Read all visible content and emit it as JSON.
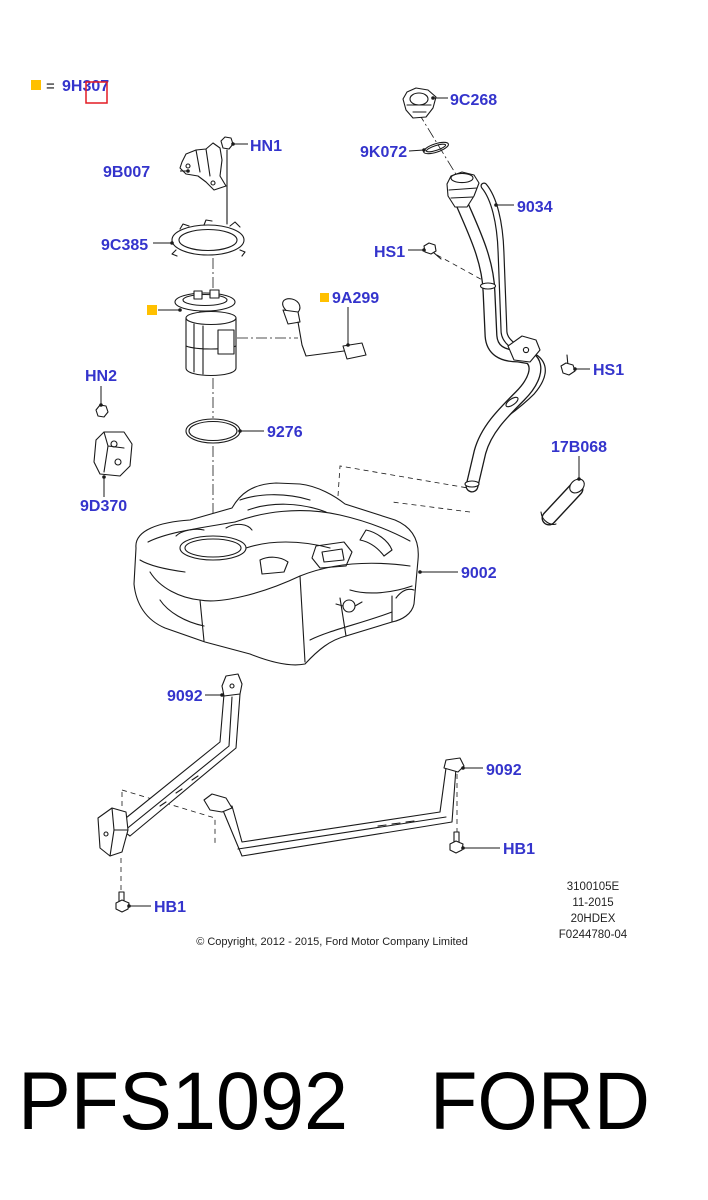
{
  "legend": {
    "equals": "=",
    "code": "9H307"
  },
  "callouts": [
    "9C268",
    "9K072",
    "9034",
    "HS1",
    "HN1",
    "9B007",
    "9C385",
    "9A299",
    "HN2",
    "HS1",
    "9276",
    "17B068",
    "9D370",
    "9002",
    "9092",
    "9092",
    "HB1",
    "HB1"
  ],
  "drawing_info": [
    "3100105E",
    "11-2015",
    "20HDEX",
    "F0244780-04"
  ],
  "copyright": "© Copyright, 2012 - 2015, Ford Motor Company Limited",
  "caption": {
    "part_number": "PFS1092",
    "brand": "FORD"
  },
  "colors": {
    "callout": "#3434cc",
    "marker": "#ffc000",
    "highlight": "#e31b23",
    "line": "#1a1a1a"
  }
}
